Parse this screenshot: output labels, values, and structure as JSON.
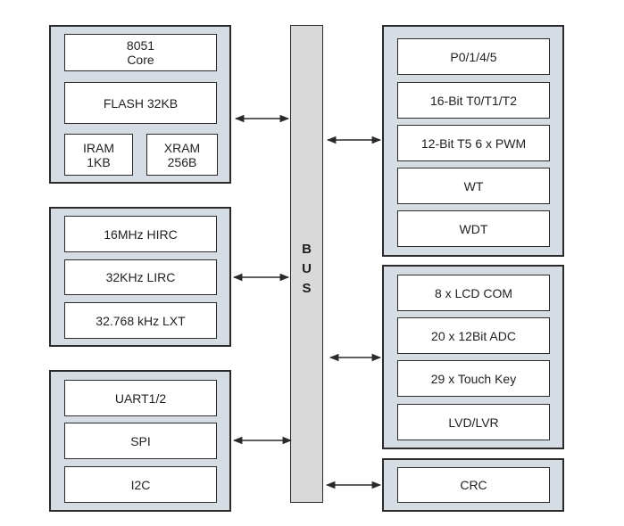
{
  "bus": {
    "label": "B\nU\nS"
  },
  "memory": {
    "core": "8051\nCore",
    "flash": "FLASH  32KB",
    "iram": "IRAM\n1KB",
    "xram": "XRAM\n256B"
  },
  "clocks": {
    "hirc": "16MHz HIRC",
    "lirc": "32KHz LIRC",
    "lxt": "32.768 kHz LXT"
  },
  "comms": {
    "uart": "UART1/2",
    "spi": "SPI",
    "i2c": "I2C"
  },
  "timers": {
    "ports": "P0/1/4/5",
    "t012": "16-Bit T0/T1/T2",
    "t5": "12-Bit T5  6  x  PWM",
    "wt": "WT",
    "wdt": "WDT"
  },
  "analog": {
    "lcd": "8 x LCD COM",
    "adc": "20 x 12Bit ADC",
    "touch": "29 x Touch Key",
    "lvd": "LVD/LVR"
  },
  "crc": {
    "label": "CRC"
  },
  "colors": {
    "group_fill": "#d6dce4",
    "bus_fill": "#d9d9d9",
    "line": "#2a2a2a"
  }
}
